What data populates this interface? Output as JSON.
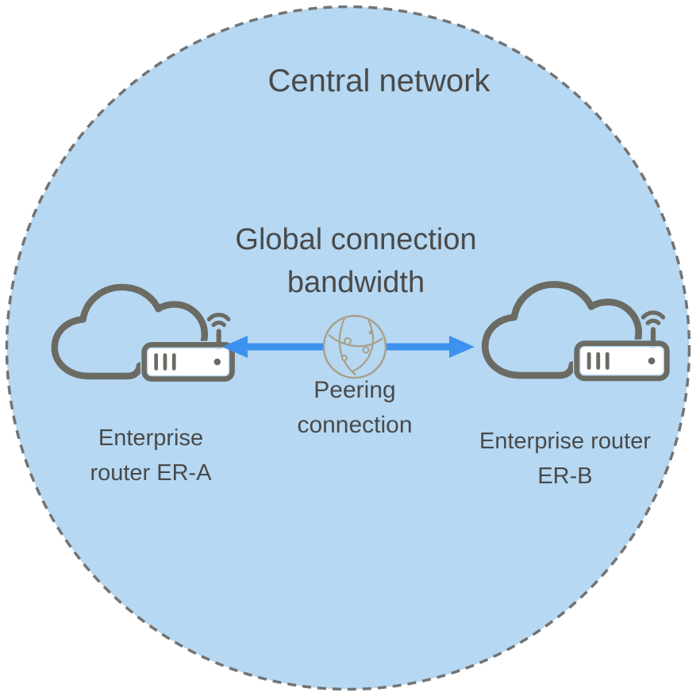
{
  "colors": {
    "page_background": "#ffffff",
    "circle_fill": "#b6d8f2",
    "circle_border": "#737373",
    "text": "#4a4a4a",
    "arrow": "#3c92ec",
    "icon": "#6b6b64",
    "globe": "#a89f88",
    "device_fill": "#ffffff"
  },
  "diagram": {
    "title": "Central network",
    "bandwidth_label": "Global connection\nbandwidth",
    "peering_label": "Peering\nconnection",
    "router_a_label": "Enterprise\nrouter ER-A",
    "router_b_label": "Enterprise router\nER-B",
    "icon_names": {
      "left": "cloud-router-icon",
      "right": "cloud-router-icon",
      "center": "globe-network-icon",
      "link": "double-headed-arrow-icon"
    }
  }
}
